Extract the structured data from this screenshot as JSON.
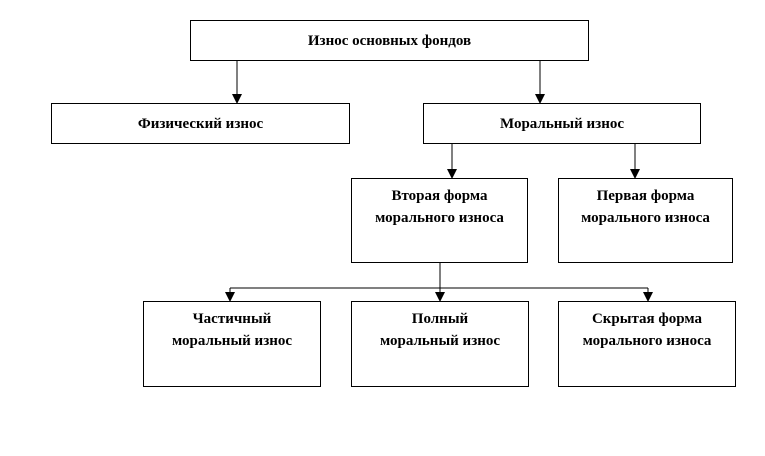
{
  "diagram": {
    "root": {
      "label": "Износ основных фондов"
    },
    "physical": {
      "label": "Физический износ"
    },
    "moral": {
      "label": "Моральный износ"
    },
    "second_form": {
      "line1": "Вторая форма",
      "line2": "морального износа"
    },
    "first_form": {
      "line1": "Первая форма",
      "line2": "морального износа"
    },
    "partial": {
      "line1": "Частичный",
      "line2": "моральный износ"
    },
    "full": {
      "line1": "Полный",
      "line2": "моральный износ"
    },
    "hidden": {
      "line1": "Скрытая форма",
      "line2": "морального износа"
    }
  },
  "colors": {
    "stroke": "#000000",
    "background": "#ffffff"
  }
}
